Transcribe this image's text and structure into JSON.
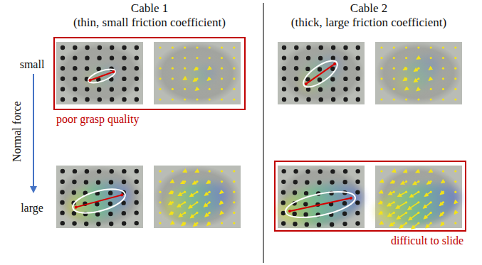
{
  "diagram": {
    "nodes": [
      {
        "text": [
          "poor grasp quality"
        ]
      },
      {
        "text": [
          "difficult to slide"
        ]
      }
    ],
    "labels": [
      "Cable 1",
      "(thin, small friction coefficient)",
      "Cable 2",
      "(thick, large friction coefficient)",
      "small",
      "Normal force",
      "large"
    ]
  }
}
